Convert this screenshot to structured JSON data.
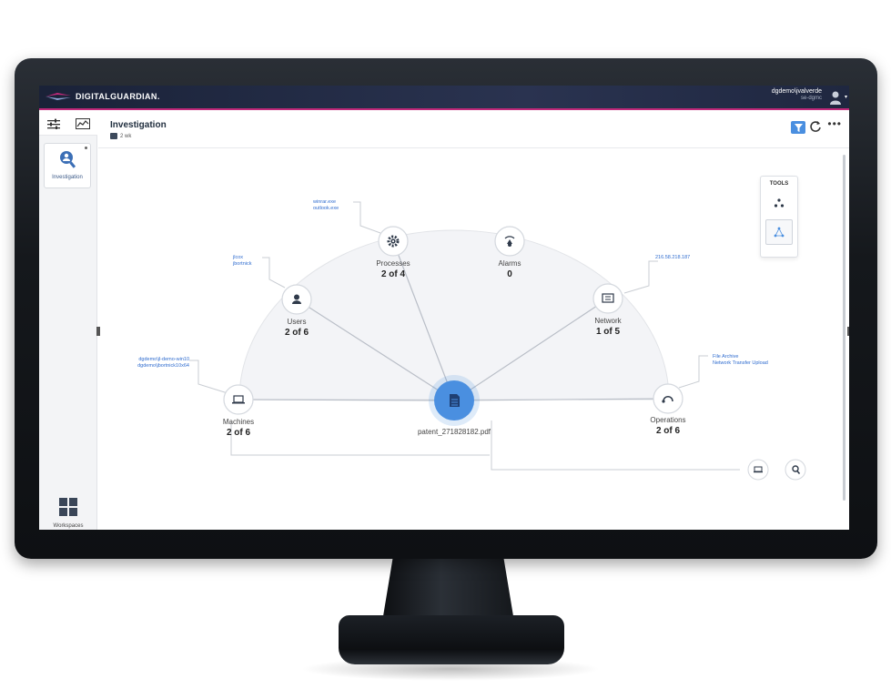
{
  "app": {
    "brand": "DIGITALGUARDIAN."
  },
  "user": {
    "name": "dgdemo\\jvalverde",
    "domain": "se-dgmc"
  },
  "rail": {
    "investigation_label": "Investigation",
    "workspaces_label": "Workspaces"
  },
  "header": {
    "title": "Investigation",
    "time_range": "2 wk"
  },
  "graph": {
    "center": {
      "label": "patent_271828182.pdf",
      "icon": "document-icon",
      "color": "#4a8fe0"
    },
    "nodes": [
      {
        "id": "processes",
        "name": "Processes",
        "count": "2 of 4",
        "icon": "gear-icon"
      },
      {
        "id": "alarms",
        "name": "Alarms",
        "count": "0",
        "icon": "alarm-icon"
      },
      {
        "id": "users",
        "name": "Users",
        "count": "2 of 6",
        "icon": "user-icon"
      },
      {
        "id": "network",
        "name": "Network",
        "count": "1 of 5",
        "icon": "network-icon"
      },
      {
        "id": "machines",
        "name": "Machines",
        "count": "2 of 6",
        "icon": "laptop-icon"
      },
      {
        "id": "operations",
        "name": "Operations",
        "count": "2 of 6",
        "icon": "operations-icon"
      }
    ],
    "leaves": {
      "processes": [
        "winrar.exe",
        "outlook.exe"
      ],
      "users": [
        "jlcox",
        "jbortnick"
      ],
      "network": [
        "216.58.218.187"
      ],
      "machines": [
        "dgdemo\\jl-demo-win10",
        "dgdemo\\jbortnick10x64"
      ],
      "operations": [
        "File Archive",
        "Network Transfer Upload"
      ]
    }
  },
  "tools": {
    "title": "TOOLS"
  },
  "colors": {
    "accent": "#c0297a",
    "topbar": "#1f2740",
    "primary": "#4a8fe0"
  }
}
